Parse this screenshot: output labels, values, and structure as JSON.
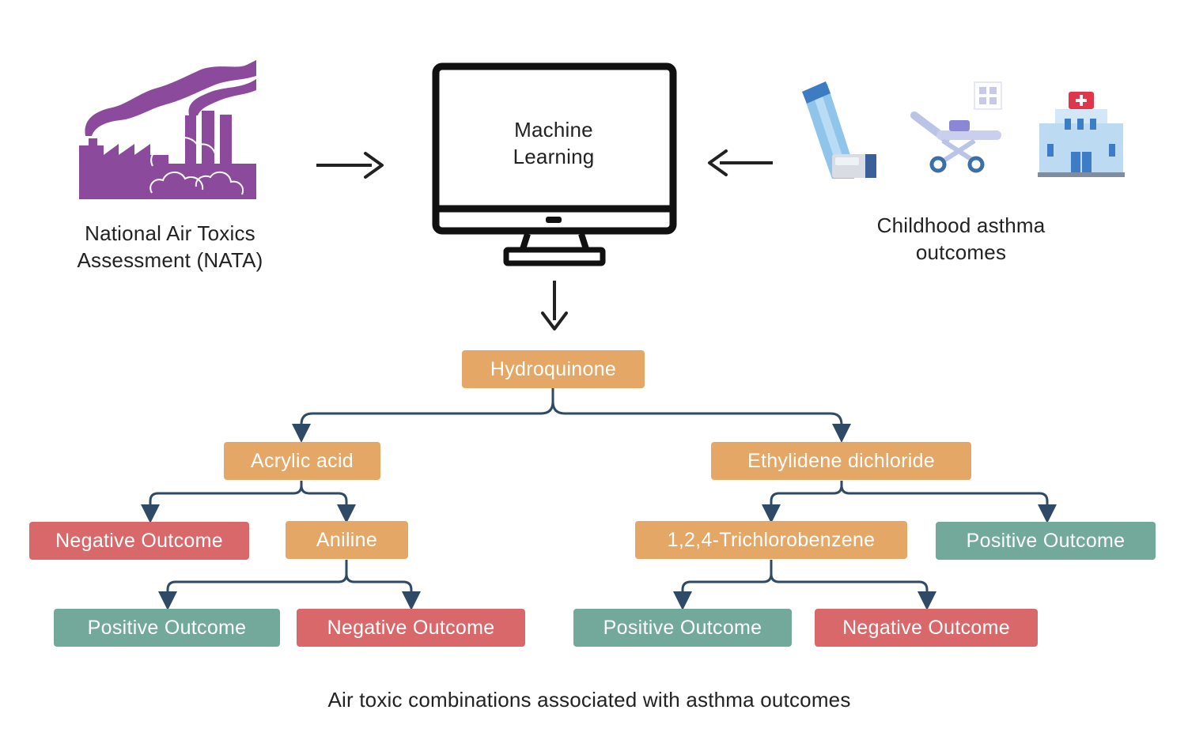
{
  "diagram": {
    "inputs": {
      "nata_label": "National Air Toxics\nAssessment (NATA)",
      "asthma_label": "Childhood asthma\noutcomes"
    },
    "model_label": "Machine\nLearning",
    "tree": {
      "root": "Hydroquinone",
      "left": "Acrylic acid",
      "right": "Ethylidene dichloride",
      "left_left": "Negative Outcome",
      "left_right": "Aniline",
      "aniline_left": "Positive Outcome",
      "aniline_right": "Negative Outcome",
      "right_left": "1,2,4-Trichlorobenzene",
      "right_right": "Positive Outcome",
      "tcb_left": "Positive Outcome",
      "tcb_right": "Negative Outcome"
    },
    "caption": "Air toxic combinations associated with asthma outcomes",
    "colors": {
      "feature_node": "#e4a766",
      "negative_node": "#d8686a",
      "positive_node": "#73a99b",
      "factory_icon": "#8b4a9c",
      "connector": "#2e4a66"
    },
    "icons": [
      "factory-icon",
      "computer-monitor-icon",
      "inhaler-icon",
      "stretcher-icon",
      "hospital-icon"
    ]
  }
}
